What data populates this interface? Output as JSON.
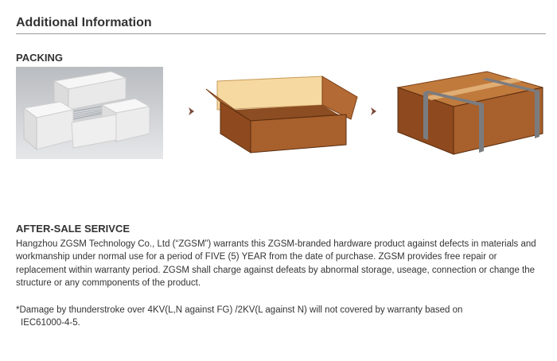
{
  "section_title": "Additional Information",
  "packing": {
    "heading": "PACKING",
    "steps": [
      {
        "icon": "foam-packing-icon"
      },
      {
        "icon": "open-carton-box-icon"
      },
      {
        "icon": "sealed-carton-box-icon"
      }
    ],
    "arrow_icon": "chevron-right-icon",
    "colors": {
      "carton": "#a8602c",
      "carton_dark": "#7a4018",
      "arrow": "#7a4a3a"
    }
  },
  "after_sale": {
    "heading": "AFTER-SALE SERIVCE",
    "paragraph": "Hangzhou ZGSM Technology Co., Ltd (“ZGSM”) warrants this ZGSM-branded hardware product against defects in materials and workmanship under normal use for a period of FIVE (5) YEAR from the date of purchase. ZGSM provides free repair or replacement within warranty period. ZGSM shall charge against defeats by abnormal storage, useage, connection or change the structure or any commponents of the product.",
    "note_line1": "*Damage by thunderstroke over 4KV(L,N against FG) /2KV(L against N) will not covered by warranty based on",
    "note_line2": "IEC61000-4-5."
  }
}
